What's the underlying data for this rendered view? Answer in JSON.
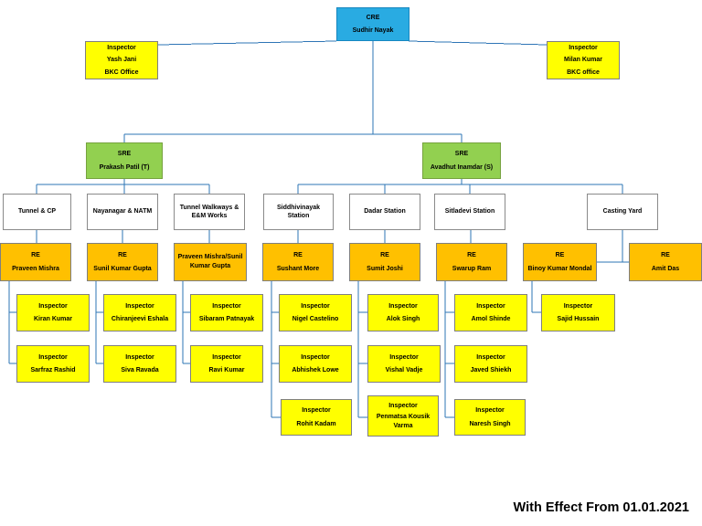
{
  "colors": {
    "cre_fill": "#29ABE2",
    "sre_fill": "#92D050",
    "re_fill": "#FFC000",
    "inspector_fill": "#FFFF00",
    "section_fill": "#FFFFFF",
    "connector": "#2E75B6"
  },
  "footer": {
    "note": "With Effect From 01.01.2021"
  },
  "cre": {
    "title": "CRE",
    "name": "Sudhir Nayak"
  },
  "bkc": {
    "left": {
      "title": "Inspector",
      "name": "Yash Jani",
      "office": "BKC Office"
    },
    "right": {
      "title": "Inspector",
      "name": "Milan Kumar",
      "office": "BKC office"
    }
  },
  "sre": {
    "prakash": {
      "title": "SRE",
      "name": "Prakash Patil (T)"
    },
    "avadhut": {
      "title": "SRE",
      "name": "Avadhut Inamdar (S)"
    }
  },
  "sections": {
    "tunnel_cp": {
      "label": "Tunnel & CP"
    },
    "nayanagar": {
      "label": "Nayanagar & NATM"
    },
    "walkways": {
      "label": "Tunnel Walkways & E&M Works"
    },
    "siddhivinayak": {
      "label": "Siddhivinayak Station"
    },
    "dadar": {
      "label": "Dadar Station"
    },
    "sitladevi": {
      "label": "Sitladevi Station"
    },
    "casting": {
      "label": "Casting Yard"
    }
  },
  "re": {
    "praveen": {
      "title": "RE",
      "name": "Praveen Mishra"
    },
    "sunil": {
      "title": "RE",
      "name": "Sunil Kumar Gupta"
    },
    "praveen_sunil": {
      "name": "Praveen Mishra/Sunil Kumar Gupta"
    },
    "sushant": {
      "title": "RE",
      "name": "Sushant More"
    },
    "sumit": {
      "title": "RE",
      "name": "Sumit Joshi"
    },
    "swarup": {
      "title": "RE",
      "name": "Swarup Ram"
    },
    "binoy": {
      "title": "RE",
      "name": "Binoy Kumar Mondal"
    },
    "amit": {
      "title": "RE",
      "name": "Amit Das"
    }
  },
  "inspectors": {
    "kiran": {
      "title": "Inspector",
      "name": "Kiran Kumar"
    },
    "chiranjeevi": {
      "title": "Inspector",
      "name": "Chiranjeevi Eshala"
    },
    "sibaram": {
      "title": "Inspector",
      "name": "Sibaram Patnayak"
    },
    "nigel": {
      "title": "Inspector",
      "name": "Nigel Castelino"
    },
    "alok": {
      "title": "Inspector",
      "name": "Alok Singh"
    },
    "amol": {
      "title": "Inspector",
      "name": "Amol Shinde"
    },
    "sajid": {
      "title": "Inspector",
      "name": "Sajid Hussain"
    },
    "sarfraz": {
      "title": "Inspector",
      "name": "Sarfraz Rashid"
    },
    "siva": {
      "title": "Inspector",
      "name": "Siva Ravada"
    },
    "ravi": {
      "title": "Inspector",
      "name": "Ravi Kumar"
    },
    "abhishek": {
      "title": "Inspector",
      "name": "Abhishek Lowe"
    },
    "vishal": {
      "title": "Inspector",
      "name": "Vishal Vadje"
    },
    "javed": {
      "title": "Inspector",
      "name": "Javed Shiekh"
    },
    "rohit": {
      "title": "Inspector",
      "name": "Rohit Kadam"
    },
    "penmatsa": {
      "title": "Inspector",
      "name": "Penmatsa Kousik Varma"
    },
    "naresh": {
      "title": "Inspector",
      "name": "Naresh Singh"
    }
  }
}
